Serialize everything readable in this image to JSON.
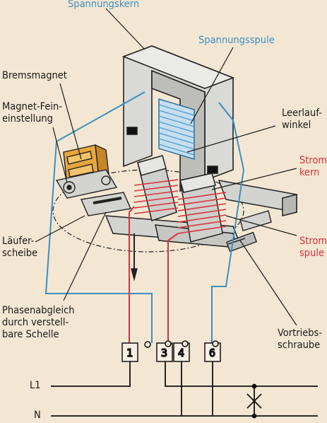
{
  "labels": {
    "spannungskern": "Spannungskern",
    "spannungsspule": "Spannungsspule",
    "bremsmagnet": "Bremsmagnet",
    "magnet_feineinstellung": "Magnet-Fein-\neinstellung",
    "leerlaufwinkel": "Leerlauf-\nwinkel",
    "stromkern": "Strom-\nkern",
    "laeuferscheibe": "Läufer-\nscheibe",
    "stromspule": "Strom-\nspule",
    "phasenabgleich": "Phasenabgleich\ndurch verstell-\nbare Schelle",
    "vortriebsschraube": "Vortriebs-\nschraube"
  },
  "terminals": [
    "1",
    "3",
    "4",
    "6"
  ],
  "lines": {
    "l1": "L1",
    "n": "N"
  },
  "colors": {
    "background": "#f3e7d3",
    "voltage_wire": "#3d8fc2",
    "current_wire": "#d8323a",
    "magnet": "#e8a63a",
    "coil": "#4f9ad1",
    "ink": "#1a1a1a"
  }
}
